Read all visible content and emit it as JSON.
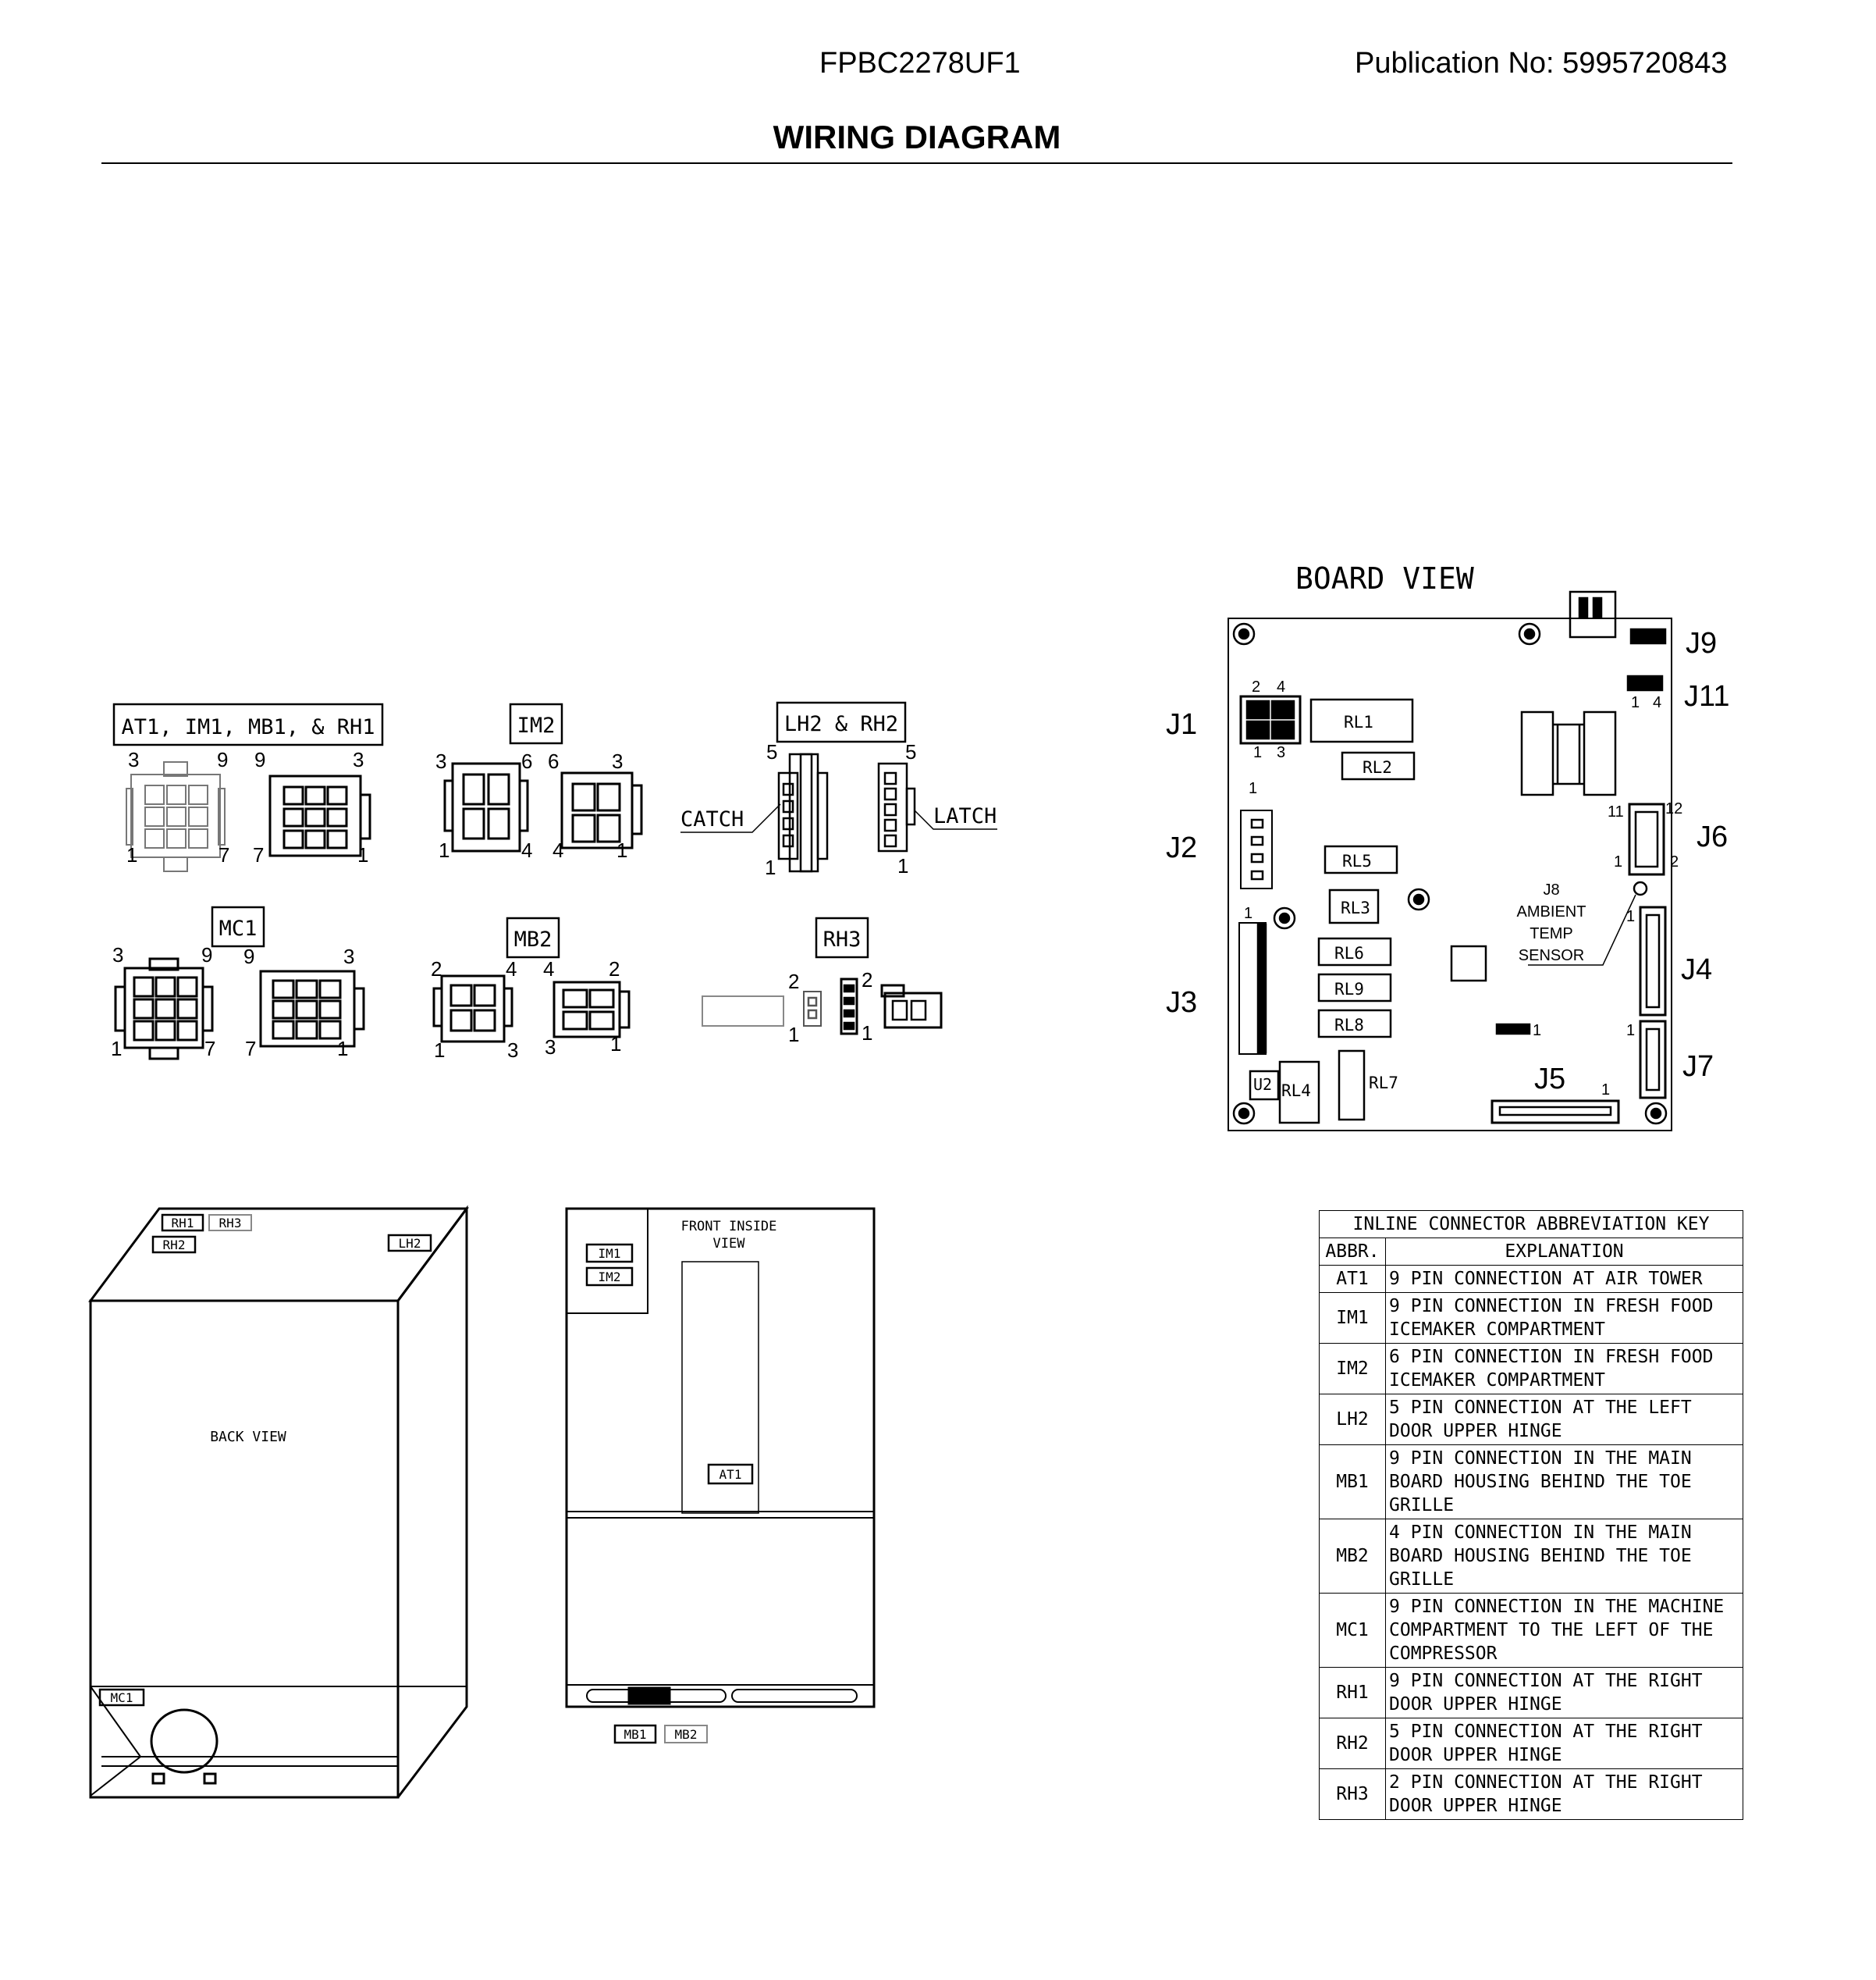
{
  "header": {
    "model": "FPBC2278UF1",
    "publication": "Publication No:  5995720843",
    "title": "WIRING DIAGRAM"
  },
  "connectors": {
    "at1_group": "AT1, IM1, MB1, & RH1",
    "im2": "IM2",
    "lh2_rh2": "LH2 & RH2",
    "mc1": "MC1",
    "mb2": "MB2",
    "rh3": "RH3",
    "catch": "CATCH",
    "latch": "LATCH",
    "pins": {
      "p1": "1",
      "p2": "2",
      "p3": "3",
      "p4": "4",
      "p5": "5",
      "p6": "6",
      "p7": "7",
      "p9": "9"
    }
  },
  "board": {
    "title": "BOARD VIEW",
    "j1": "J1",
    "j2": "J2",
    "j3": "J3",
    "j4": "J4",
    "j5": "J5",
    "j6": "J6",
    "j7": "J7",
    "j9": "J9",
    "j11": "J11",
    "rl1": "RL1",
    "rl2": "RL2",
    "rl4": "RL4",
    "rl5": "RL5",
    "rl3": "RL3",
    "rl6": "RL6",
    "rl9": "RL9",
    "rl8": "RL8",
    "rl7": "RL7",
    "u2": "U2",
    "j8_line1": "J8",
    "j8_line2": "AMBIENT",
    "j8_line3": "TEMP",
    "j8_line4": "SENSOR",
    "n11": "11",
    "n12": "12"
  },
  "views": {
    "back_view": "BACK VIEW",
    "front_line1": "FRONT INSIDE",
    "front_line2": "VIEW",
    "rh1": "RH1",
    "rh3": "RH3",
    "rh2": "RH2",
    "lh2": "LH2",
    "mc1": "MC1",
    "im1": "IM1",
    "im2": "IM2",
    "at1": "AT1",
    "mb1": "MB1",
    "mb2": "MB2"
  },
  "key": {
    "title": "INLINE CONNECTOR ABBREVIATION KEY",
    "col_abbr": "ABBR.",
    "col_expl": "EXPLANATION",
    "rows": [
      {
        "abbr": "AT1",
        "expl": "9 PIN CONNECTION AT AIR TOWER"
      },
      {
        "abbr": "IM1",
        "expl": "9 PIN CONNECTION IN FRESH FOOD ICEMAKER COMPARTMENT"
      },
      {
        "abbr": "IM2",
        "expl": "6 PIN CONNECTION IN FRESH FOOD ICEMAKER COMPARTMENT"
      },
      {
        "abbr": "LH2",
        "expl": "5 PIN CONNECTION AT THE LEFT DOOR UPPER HINGE"
      },
      {
        "abbr": "MB1",
        "expl": "9 PIN CONNECTION IN THE MAIN BOARD HOUSING BEHIND THE TOE GRILLE"
      },
      {
        "abbr": "MB2",
        "expl": "4 PIN CONNECTION IN THE MAIN BOARD HOUSING BEHIND THE TOE GRILLE"
      },
      {
        "abbr": "MC1",
        "expl": "9 PIN CONNECTION IN THE MACHINE COMPARTMENT TO THE LEFT OF THE COMPRESSOR"
      },
      {
        "abbr": "RH1",
        "expl": "9 PIN CONNECTION AT THE RIGHT DOOR UPPER HINGE"
      },
      {
        "abbr": "RH2",
        "expl": "5 PIN CONNECTION AT THE RIGHT DOOR UPPER HINGE"
      },
      {
        "abbr": "RH3",
        "expl": "2 PIN CONNECTION AT THE RIGHT DOOR UPPER HINGE"
      }
    ]
  }
}
